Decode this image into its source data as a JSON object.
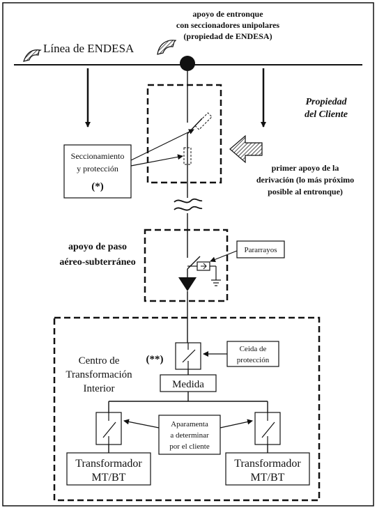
{
  "labels": {
    "linea_endesa": "Línea de ENDESA",
    "apoyo_entronque_1": "apoyo de entronque",
    "apoyo_entronque_2": "con seccionadores unipolares",
    "apoyo_entronque_3": "(propiedad de ENDESA)",
    "propiedad_cliente_1": "Propiedad",
    "propiedad_cliente_2": "del Cliente",
    "seccionamiento_1": "Seccionamiento",
    "seccionamiento_2": "y protección",
    "seccionamiento_3": "(*)",
    "primer_apoyo_1": "primer apoyo de la",
    "primer_apoyo_2": "derivación (lo más próximo",
    "primer_apoyo_3": "posible al entronque)",
    "apoyo_paso_1": "apoyo de paso",
    "apoyo_paso_2": "aéreo-subterráneo",
    "pararrayos": "Pararrayos",
    "doble_asterisco": "(**)",
    "celda_1": "Ceida de",
    "celda_2": "protección",
    "centro_1": "Centro de",
    "centro_2": "Transformación",
    "centro_3": "Interior",
    "medida": "Medida",
    "aparamenta_1": "Aparamenta",
    "aparamenta_2": "a determinar",
    "aparamenta_3": "por el cliente",
    "trafo_left_1": "Transformador",
    "trafo_left_2": "MT/BT",
    "trafo_right_1": "Transformador",
    "trafo_right_2": "MT/BT"
  }
}
